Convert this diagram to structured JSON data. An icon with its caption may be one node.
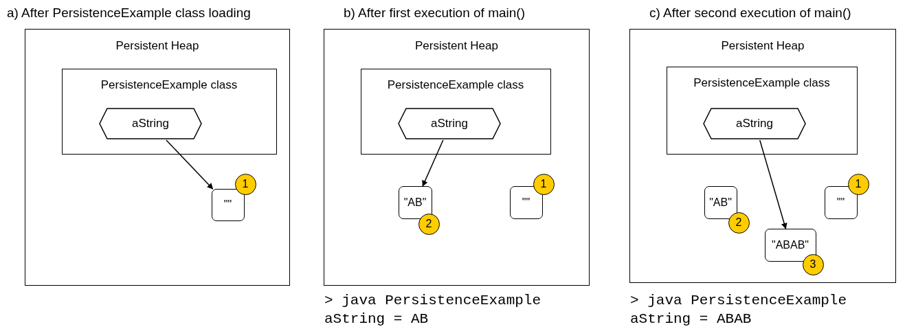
{
  "diagram": {
    "nodes": [
      {
        "text": [
          "Persistent Heap"
        ]
      },
      {
        "text": [
          "PersistenceExample class"
        ],
        "in": 0
      },
      {
        "text": [
          "aString"
        ],
        "in": 1
      },
      {
        "text": [
          "\"\""
        ],
        "in": 0
      },
      {
        "text": [
          "1"
        ],
        "in": 0
      },
      {
        "text": [
          "Persistent Heap"
        ]
      },
      {
        "text": [
          "PersistenceExample class"
        ],
        "in": 5
      },
      {
        "text": [
          "aString"
        ],
        "in": 6
      },
      {
        "text": [
          "\"AB\""
        ],
        "in": 5
      },
      {
        "text": [
          "2"
        ],
        "in": 5
      },
      {
        "text": [
          "\"\""
        ],
        "in": 5
      },
      {
        "text": [
          "1"
        ],
        "in": 5
      },
      {
        "text": [
          "Persistent Heap"
        ]
      },
      {
        "text": [
          "PersistenceExample class"
        ],
        "in": 12
      },
      {
        "text": [
          "aString"
        ],
        "in": 13
      },
      {
        "text": [
          "\"AB\""
        ],
        "in": 12
      },
      {
        "text": [
          "2"
        ],
        "in": 12
      },
      {
        "text": [
          "\"\""
        ],
        "in": 12
      },
      {
        "text": [
          "1"
        ],
        "in": 12
      },
      {
        "text": [
          "\"ABAB\""
        ],
        "in": 12
      },
      {
        "text": [
          "3"
        ],
        "in": 12
      }
    ],
    "edges": [
      {
        "from": 2,
        "to": 3,
        "arrow": "to"
      },
      {
        "from": 7,
        "to": 8,
        "arrow": "to"
      },
      {
        "from": 14,
        "to": 19,
        "arrow": "to"
      }
    ],
    "labels": [
      "a) After PersistenceExample class loading",
      "b) After first execution of main()",
      "c) After second execution of main()",
      "> java PersistenceExample",
      "aString = AB",
      "> java PersistenceExample",
      "aString = ABAB"
    ]
  }
}
